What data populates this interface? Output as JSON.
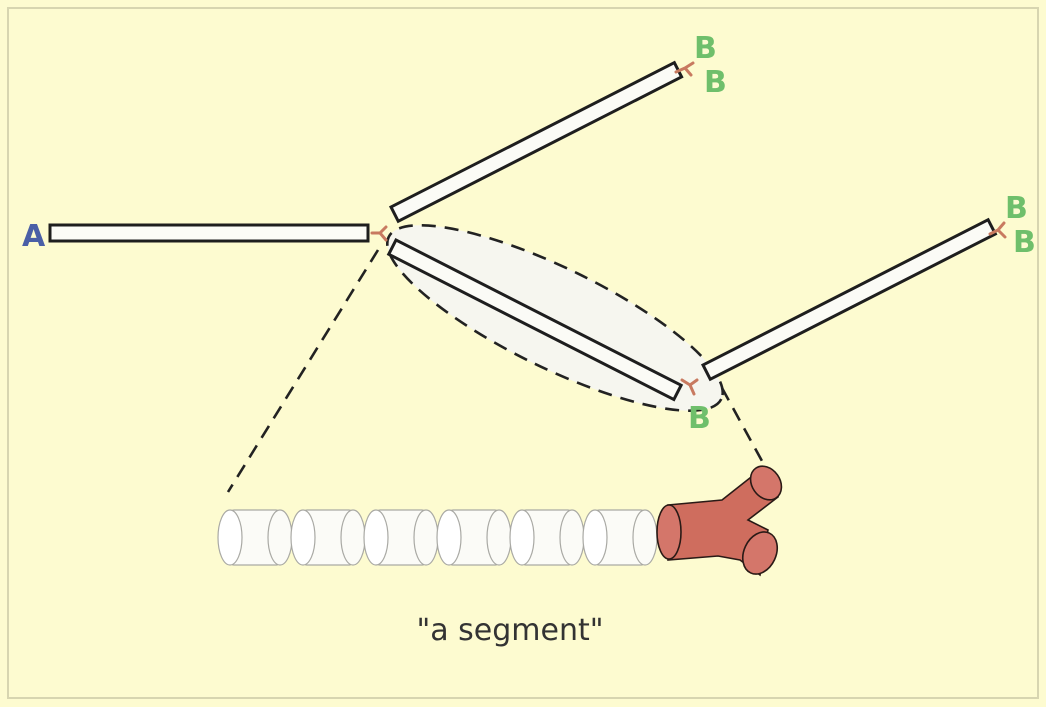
{
  "labels": {
    "root": "A",
    "tip": "B"
  },
  "caption": "\"a segment\"",
  "colors": {
    "background": "#fdfbd0",
    "root_label": "#4a5fa6",
    "tip_label": "#6fbf6b",
    "joint": "#c87a60",
    "segment_end": "#cf6d5e"
  }
}
